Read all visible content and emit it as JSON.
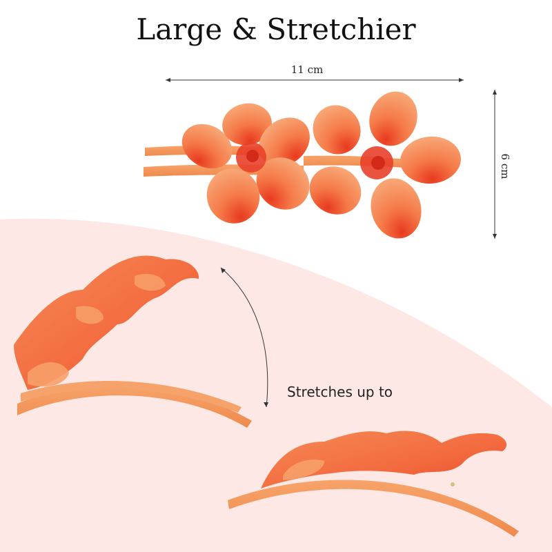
{
  "header": {
    "title": "Large & Stretchier"
  },
  "dimensions": {
    "width_label": "11 cm",
    "height_label": "6 cm"
  },
  "stretch": {
    "label": "Stretches up to"
  },
  "colors": {
    "background_wave": "#fde8e6",
    "clip_orange": "#f39a5f",
    "flower_center": "#e8402a",
    "arrow": "#333333"
  }
}
